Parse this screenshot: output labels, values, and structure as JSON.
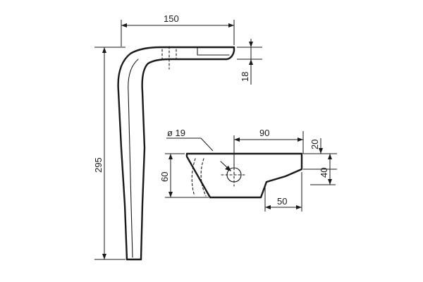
{
  "drawing": {
    "dim_top_width": "150",
    "dim_top_thickness": "18",
    "dim_total_height": "295",
    "dim_hole_diameter": "ø 19",
    "dim_hole_offset": "90",
    "dim_right_offset": "20",
    "dim_plate_height": "60",
    "dim_step_height": "40",
    "dim_step_length": "50"
  }
}
